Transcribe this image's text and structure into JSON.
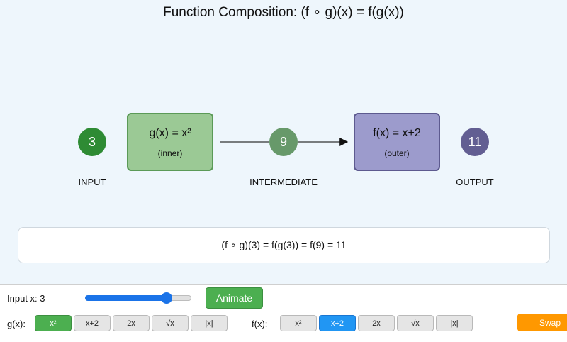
{
  "title": "Function Composition: (f ∘ g)(x) = f(g(x))",
  "diagram": {
    "input_value": "3",
    "input_label": "INPUT",
    "g_box": {
      "expr": "g(x) = x²",
      "role": "(inner)"
    },
    "intermediate_value": "9",
    "intermediate_label": "INTERMEDIATE",
    "f_box": {
      "expr": "f(x) = x+2",
      "role": "(outer)"
    },
    "output_value": "11",
    "output_label": "OUTPUT"
  },
  "result_text": "(f ∘ g)(3) = f(g(3)) = f(9) = 11",
  "controls": {
    "input_label": "Input x: 3",
    "slider_value": 3,
    "slider_min": -5,
    "slider_max": 5,
    "animate_label": "Animate",
    "g_label": "g(x):",
    "f_label": "f(x):",
    "g_options": [
      "x²",
      "x+2",
      "2x",
      "√x",
      "|x|"
    ],
    "f_options": [
      "x²",
      "x+2",
      "2x",
      "√x",
      "|x|"
    ],
    "g_selected": "x²",
    "f_selected": "x+2",
    "swap_label": "Swap"
  },
  "colors": {
    "g_selected": "#4caf50",
    "f_selected": "#2196f3",
    "swap": "#ff9800",
    "slider_accent": "#1a73e8"
  }
}
